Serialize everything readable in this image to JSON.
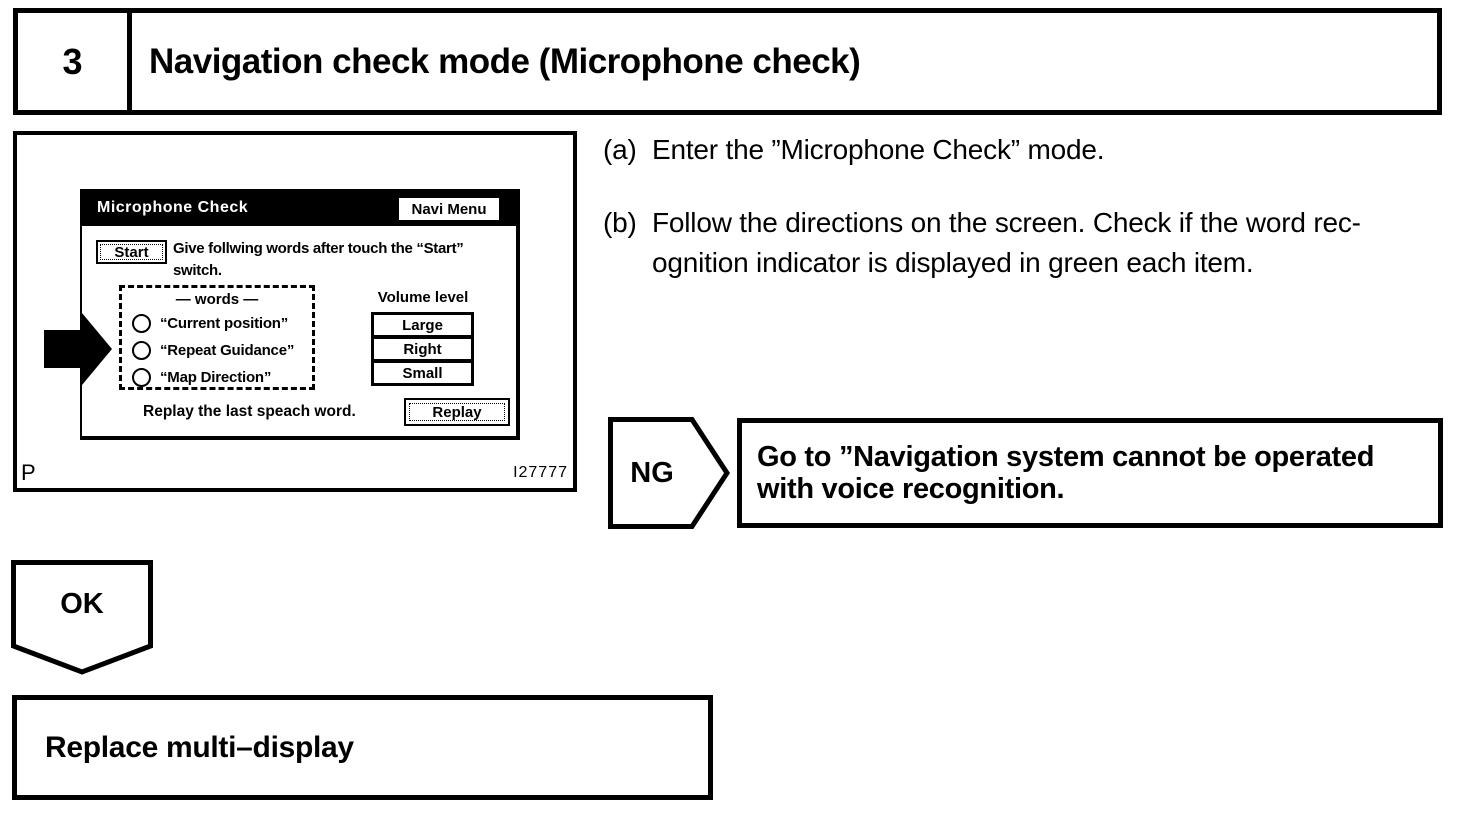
{
  "header": {
    "step_number": "3",
    "title": "Navigation check mode (Microphone check)"
  },
  "figure": {
    "screen": {
      "title": "Microphone Check",
      "navi_menu_label": "Navi Menu",
      "start_label": "Start",
      "instruction_line1": "Give follwing words after touch the “Start”",
      "instruction_line2": "switch.",
      "words_title": "— words —",
      "words": [
        "“Current position”",
        "“Repeat Guidance”",
        "“Map Direction”"
      ],
      "volume_label": "Volume level",
      "volume_options": [
        "Large",
        "Right",
        "Small"
      ],
      "replay_text": "Replay the last speach word.",
      "replay_label": "Replay"
    },
    "page_marker": "P",
    "figure_number": "I27777"
  },
  "steps": [
    {
      "label": "(a)",
      "lines": [
        "Enter the ”Microphone Check” mode."
      ]
    },
    {
      "label": "(b)",
      "lines": [
        "Follow the directions on the screen. Check if the word rec-",
        "ognition indicator is displayed in green each item."
      ]
    }
  ],
  "ng": {
    "label": "NG",
    "lines": [
      "Go to ”Navigation system cannot be operated",
      "with voice recognition."
    ]
  },
  "ok": {
    "label": "OK"
  },
  "result": {
    "text": "Replace multi–display"
  },
  "colors": {
    "ink": "#000000",
    "paper": "#ffffff"
  }
}
